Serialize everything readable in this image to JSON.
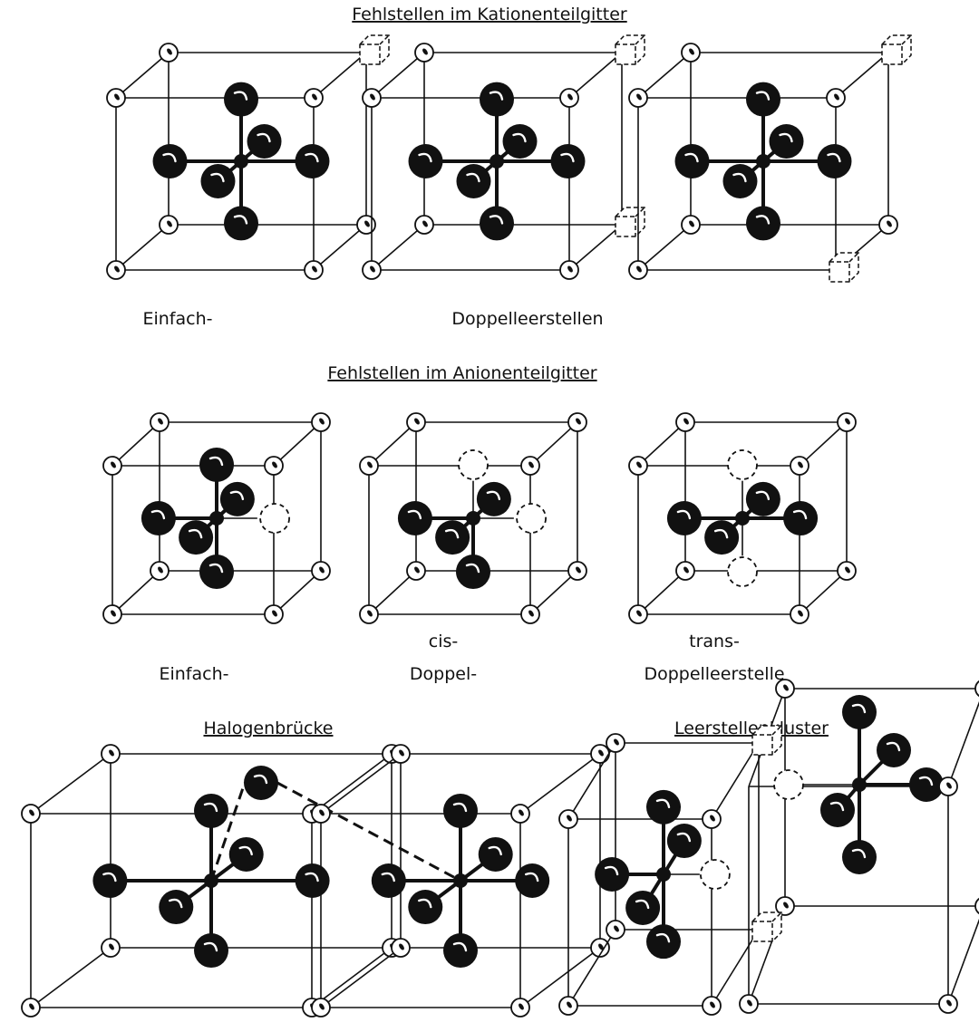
{
  "titles": {
    "cation_sublattice": "Fehlstellen im Kationenteilgitter",
    "anion_sublattice": "Fehlstellen im Anionenteilgitter",
    "halogen_bridge": "Halogenbrücke",
    "vacancy_cluster": "Leerstellenkluster"
  },
  "labels": {
    "row1_single": "Einfach-",
    "row1_double": "Doppelleerstellen",
    "row2_single": "Einfach-",
    "row2_cis_line1": "cis-",
    "row2_cis_line2": "Doppel-",
    "row2_trans_line1": "trans-",
    "row2_trans_line2": "Doppelleerstelle"
  }
}
